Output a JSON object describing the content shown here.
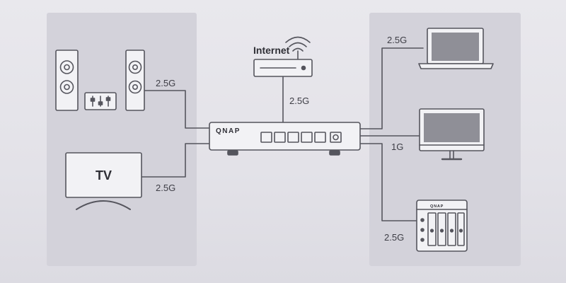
{
  "router": {
    "label": "Internet"
  },
  "switch": {
    "brand": "QNAP"
  },
  "tv": {
    "label": "TV"
  },
  "nas": {
    "brand": "QNAP"
  },
  "links": {
    "speakers": "2.5G",
    "tv": "2.5G",
    "router": "2.5G",
    "laptop": "2.5G",
    "monitor": "1G",
    "nas": "2.5G"
  },
  "colors": {
    "stroke": "#55555d",
    "screen": "#8f8f97",
    "device_fill": "#f2f2f5",
    "panel": "#d3d2da"
  }
}
